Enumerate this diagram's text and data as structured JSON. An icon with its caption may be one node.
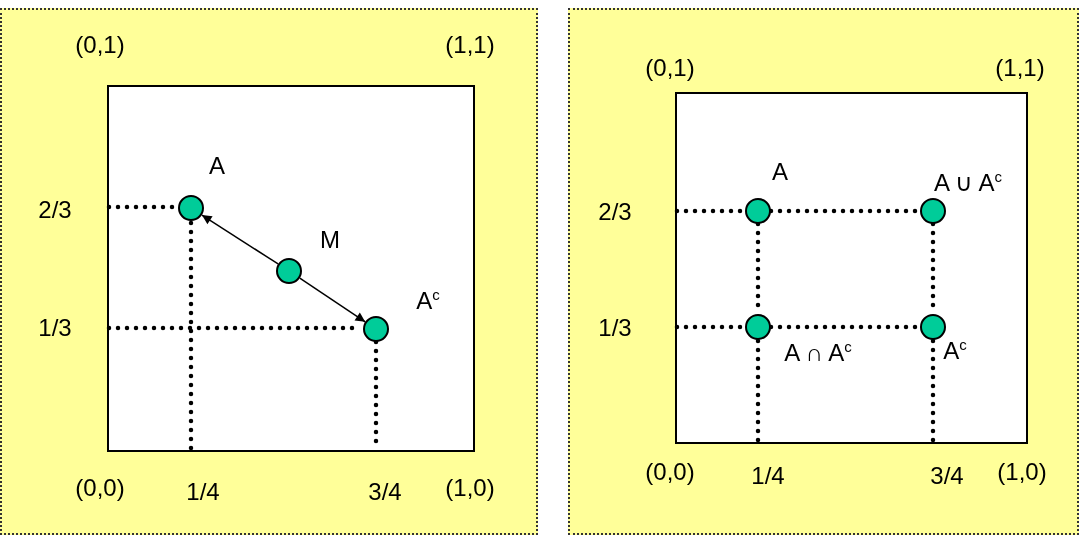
{
  "diagram": {
    "nodes": [
      {
        "text": [],
        "shape": "box"
      },
      {
        "text": [],
        "shape": "box",
        "in": 0
      },
      {
        "text": [],
        "shape": "circle",
        "in": 1,
        "beside": [
          "A"
        ]
      },
      {
        "text": [],
        "shape": "circle",
        "in": 1,
        "beside": [
          "M"
        ]
      },
      {
        "text": [],
        "shape": "circle",
        "in": 1,
        "beside": [
          "A$^{c}$"
        ]
      },
      {
        "text": [],
        "shape": "box"
      },
      {
        "text": [],
        "shape": "box",
        "in": 5
      },
      {
        "text": [],
        "shape": "circle",
        "in": 6,
        "beside": [
          "A"
        ]
      },
      {
        "text": [],
        "shape": "circle",
        "in": 6,
        "beside": [
          "A ∪ A$^{c}$"
        ]
      },
      {
        "text": [],
        "shape": "circle",
        "in": 6,
        "beside": [
          "A ∩ A$^{c}$"
        ]
      },
      {
        "text": [],
        "shape": "circle",
        "in": 6,
        "beside": [
          "A$^{c}$"
        ]
      }
    ],
    "edges": [
      {
        "from": 3,
        "to": 2,
        "arrow": "to"
      },
      {
        "from": 3,
        "to": 4,
        "arrow": "to"
      },
      {
        "from": 7,
        "to": 8,
        "arrow": "none",
        "style": "dashed"
      },
      {
        "from": 7,
        "to": 9,
        "arrow": "none",
        "style": "dashed"
      },
      {
        "from": 9,
        "to": 10,
        "arrow": "none",
        "style": "dashed"
      },
      {
        "from": 8,
        "to": 10,
        "arrow": "none",
        "style": "dashed"
      }
    ],
    "labels": [
      "(0,1)",
      "(1,1)",
      "2/3",
      "1/3",
      "(0,0)",
      "1/4",
      "3/4",
      "(1,0)",
      "(0,1)",
      "(1,1)",
      "2/3",
      "1/3",
      "(0,0)",
      "1/4",
      "3/4",
      "(1,0)"
    ]
  }
}
